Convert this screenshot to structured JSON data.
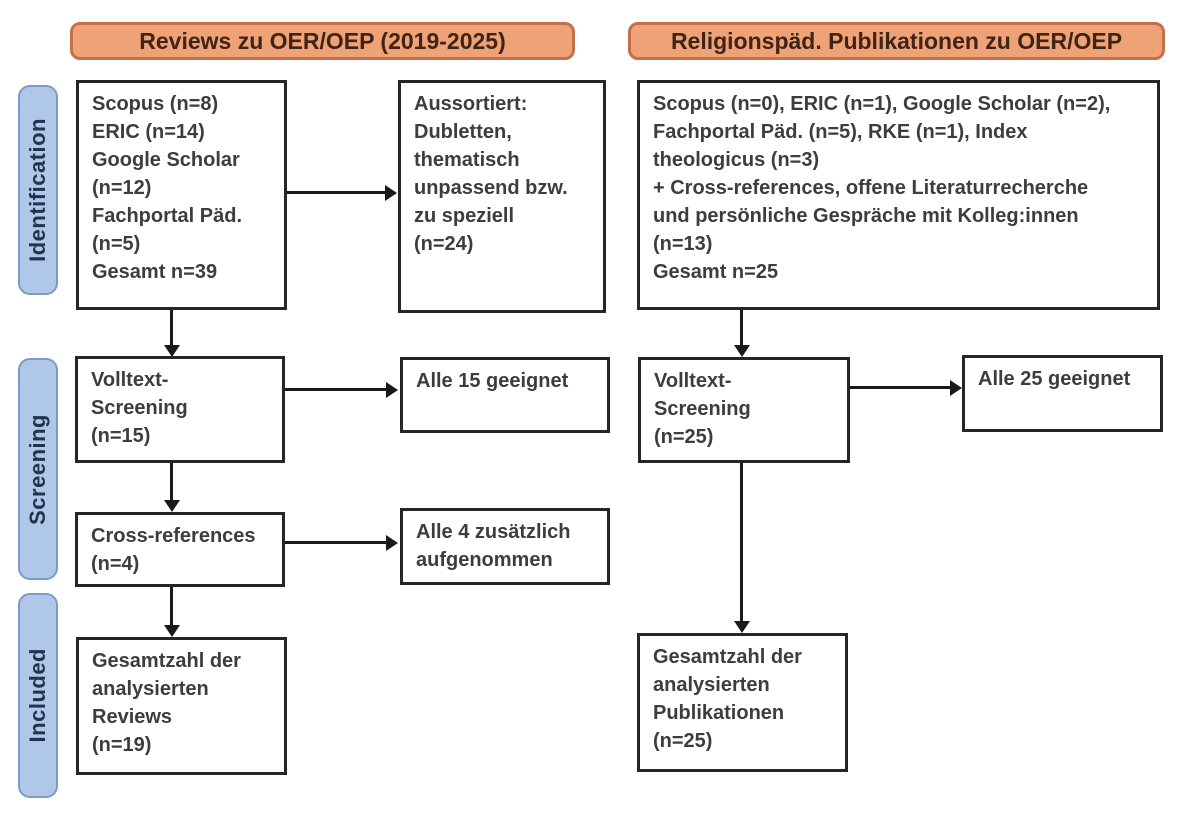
{
  "diagram": {
    "columns": [
      {
        "header": "Reviews zu OER/OEP (2019-2025)"
      },
      {
        "header": "Religionspäd. Publikationen zu OER/OEP"
      }
    ],
    "stages": [
      {
        "label": "Identification"
      },
      {
        "label": "Screening"
      },
      {
        "label": "Included"
      }
    ],
    "boxes": {
      "left_sources": "Scopus (n=8)\nERIC (n=14)\nGoogle Scholar\n(n=12)\nFachportal Päd.\n(n=5)\nGesamt n=39",
      "left_excluded": "Aussortiert:\nDubletten,\nthematisch\nunpassend bzw.\nzu speziell\n(n=24)",
      "left_fulltext": "Volltext-\nScreening\n(n=15)",
      "left_eligible": "Alle 15 geeignet",
      "left_crossref": "Cross-references\n(n=4)",
      "left_added": "Alle 4 zusätzlich\naufgenommen",
      "left_included": "Gesamtzahl der\nanalysierten\nReviews\n(n=19)",
      "right_sources": "Scopus (n=0), ERIC (n=1), Google Scholar (n=2),\nFachportal Päd. (n=5), RKE (n=1), Index\ntheologicus (n=3)\n+ Cross-references, offene Literaturrecherche\nund persönliche Gespräche mit Kolleg:innen\n(n=13)\nGesamt n=25",
      "right_fulltext": "Volltext-\nScreening\n(n=25)",
      "right_eligible": "Alle 25 geeignet",
      "right_included": "Gesamtzahl der\nanalysierten\nPublikationen\n(n=25)"
    },
    "colors": {
      "header_fill": "#F0A277",
      "header_border": "#C2714A",
      "header_text": "#3F2418",
      "stage_fill": "#AFC7E9",
      "stage_border": "#8099C0",
      "stage_text": "#20344F",
      "box_border": "#262626",
      "box_text": "#3D3D3D",
      "arrow": "#1A1A1A"
    }
  }
}
